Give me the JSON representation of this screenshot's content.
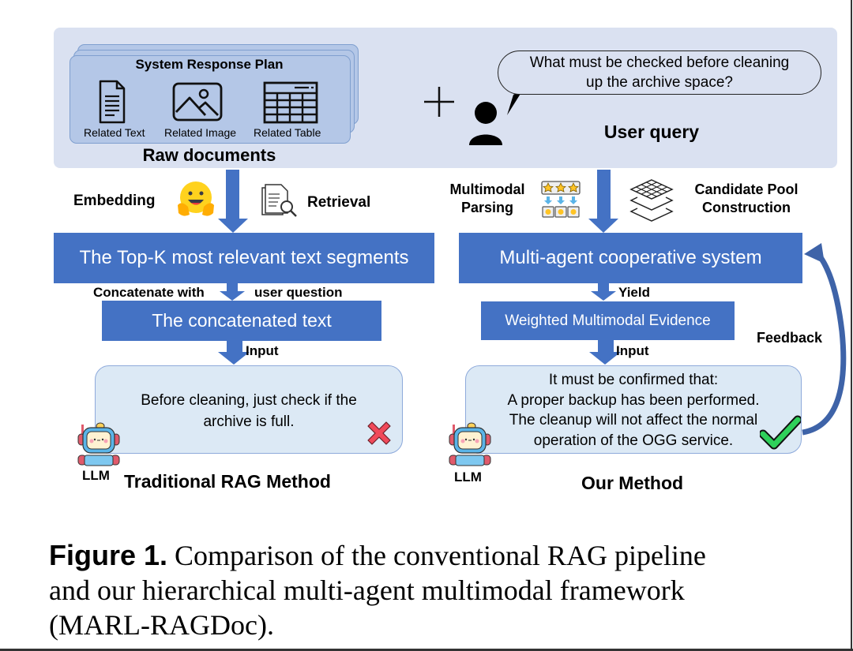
{
  "top": {
    "documents_card_title": "System Response Plan",
    "doc_items": [
      {
        "icon": "document-icon",
        "label": "Related Text"
      },
      {
        "icon": "image-icon",
        "label": "Related Image"
      },
      {
        "icon": "table-icon",
        "label": "Related Table"
      }
    ],
    "raw_documents_label": "Raw documents",
    "plus_symbol": "+",
    "query_text_line1": "What must be checked before cleaning",
    "query_text_line2": "up the archive space?",
    "user_query_label": "User query"
  },
  "traditional": {
    "embedding_label": "Embedding",
    "retrieval_label": "Retrieval",
    "topk_box": "The Top-K most relevant text segments",
    "concat_left": "Concatenate with",
    "concat_right": "user question",
    "concat_box": "The concatenated text",
    "input_label": "Input",
    "answer_line1": "Before cleaning, just check if the",
    "answer_line2": "archive is full.",
    "result_icon": "cross-icon",
    "llm_label": "LLM",
    "method_title": "Traditional RAG Method"
  },
  "ours": {
    "parsing_label_line1": "Multimodal",
    "parsing_label_line2": "Parsing",
    "pool_label_line1": "Candidate Pool",
    "pool_label_line2": "Construction",
    "system_box": "Multi-agent cooperative system",
    "yield_label": "Yield",
    "evidence_box": "Weighted Multimodal Evidence",
    "input_label": "Input",
    "feedback_label": "Feedback",
    "answer_lines": [
      "It must be confirmed that:",
      "A proper backup has been performed.",
      "The cleanup will not affect the normal",
      "operation of the OGG service."
    ],
    "result_icon": "check-icon",
    "llm_label": "LLM",
    "method_title": "Our Method"
  },
  "caption": {
    "figure_label": "Figure 1.",
    "text_line1": " Comparison of the conventional RAG pipeline",
    "text_line2": "and our hierarchical multi-agent multimodal framework",
    "text_line3": "(MARL-RAGDoc)."
  },
  "colors": {
    "panel_bg": "#dae1f1",
    "doc_card": "#b4c7e7",
    "primary_blue": "#4472c4",
    "answer_box": "#dce9f5",
    "cross_red": "#f04a5a",
    "check_green": "#22c55e"
  }
}
